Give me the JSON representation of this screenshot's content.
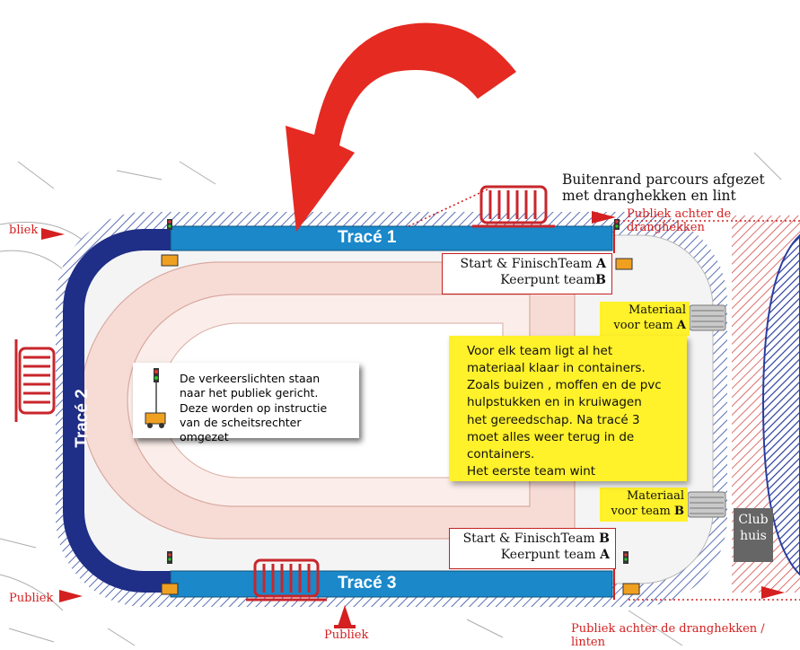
{
  "tracks": {
    "trace1": "Tracé 1",
    "trace2": "Tracé 2",
    "trace3": "Tracé 3"
  },
  "labels": {
    "outer_edge_line1": "Buitenrand parcours afgezet",
    "outer_edge_line2": "met dranghekken en lint",
    "public_behind_fences_top": "Publiek achter de dranghekken",
    "public_left_top": "bliek",
    "public_left_bottom": "Publiek",
    "public_bottom": "Publiek",
    "public_behind_fences_bottom": "Publiek achter de dranghekken / linten"
  },
  "start_finish_a": {
    "line1_text": "Start & FinischTeam ",
    "line1_letter": "A",
    "line2_text": "Keerpunt team",
    "line2_letter": "B"
  },
  "start_finish_b": {
    "line1_text": "Start & FinischTeam ",
    "line1_letter": "B",
    "line2_text": "Keerpunt team ",
    "line2_letter": "A"
  },
  "material_a": {
    "line1": "Materiaal",
    "line2_text": "voor team ",
    "line2_letter": "A"
  },
  "material_b": {
    "line1": "Materiaal",
    "line2_text": "voor team ",
    "line2_letter": "B"
  },
  "info_box": {
    "lines": [
      "Voor elk team  ligt al het",
      "materiaal klaar in containers.",
      "Zoals buizen , moffen en de pvc",
      "hulpstukken en in kruiwagen",
      "het gereedschap. Na tracé 3",
      "moet alles weer terug in de",
      "containers.",
      "Het eerste team wint"
    ]
  },
  "traffic_note": {
    "lines": [
      "De verkeerslichten staan",
      "naar het publiek gericht.",
      "Deze worden op instructie",
      "van de scheitsrechter omgezet"
    ]
  },
  "club": {
    "line1": "Club",
    "line2": "huis"
  },
  "colors": {
    "track_blue": "#1a88c9",
    "track_navy": "#1f2e86",
    "arrow_red": "#e52a22",
    "fence_red": "#c8262b",
    "note_yellow": "#fff12a",
    "inner_pink": "#f7dcd6"
  }
}
